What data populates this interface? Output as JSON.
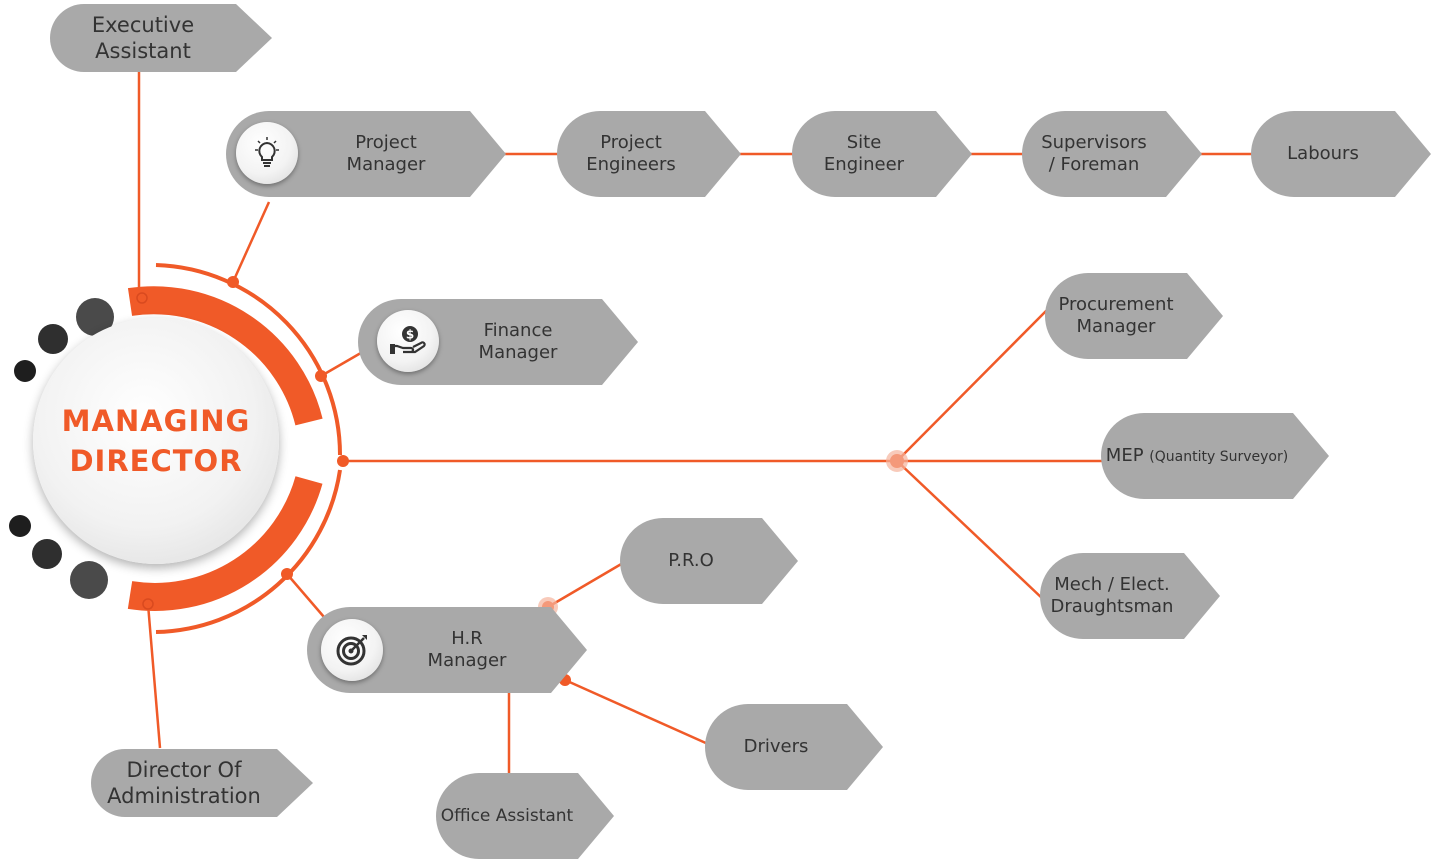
{
  "center": {
    "line1": "MANAGING",
    "line2": "DIRECTOR"
  },
  "nodes": {
    "executive_assistant": "Executive\nAssistant",
    "project_manager": "Project\nManager",
    "project_engineers": "Project\nEngineers",
    "site_engineer": "Site\nEngineer",
    "supervisors_foreman": "Supervisors\n/ Foreman",
    "labours": "Labours",
    "finance_manager": "Finance\nManager",
    "procurement_manager": "Procurement\nManager",
    "mep": "MEP",
    "mep_sub": "(Quantity Surveyor)",
    "mech_elect": "Mech / Elect.\nDraughtsman",
    "pro": "P.R.O",
    "hr_manager": "H.R\nManager",
    "drivers": "Drivers",
    "office_assistant": "Office Assistant",
    "director_admin": "Director Of\nAdministration"
  },
  "icons": {
    "project_manager": "lightbulb-icon",
    "finance_manager": "money-hand-icon",
    "hr_manager": "target-icon"
  },
  "colors": {
    "accent": "#f05a28",
    "node": "#a9a9a9",
    "text": "#333333"
  }
}
